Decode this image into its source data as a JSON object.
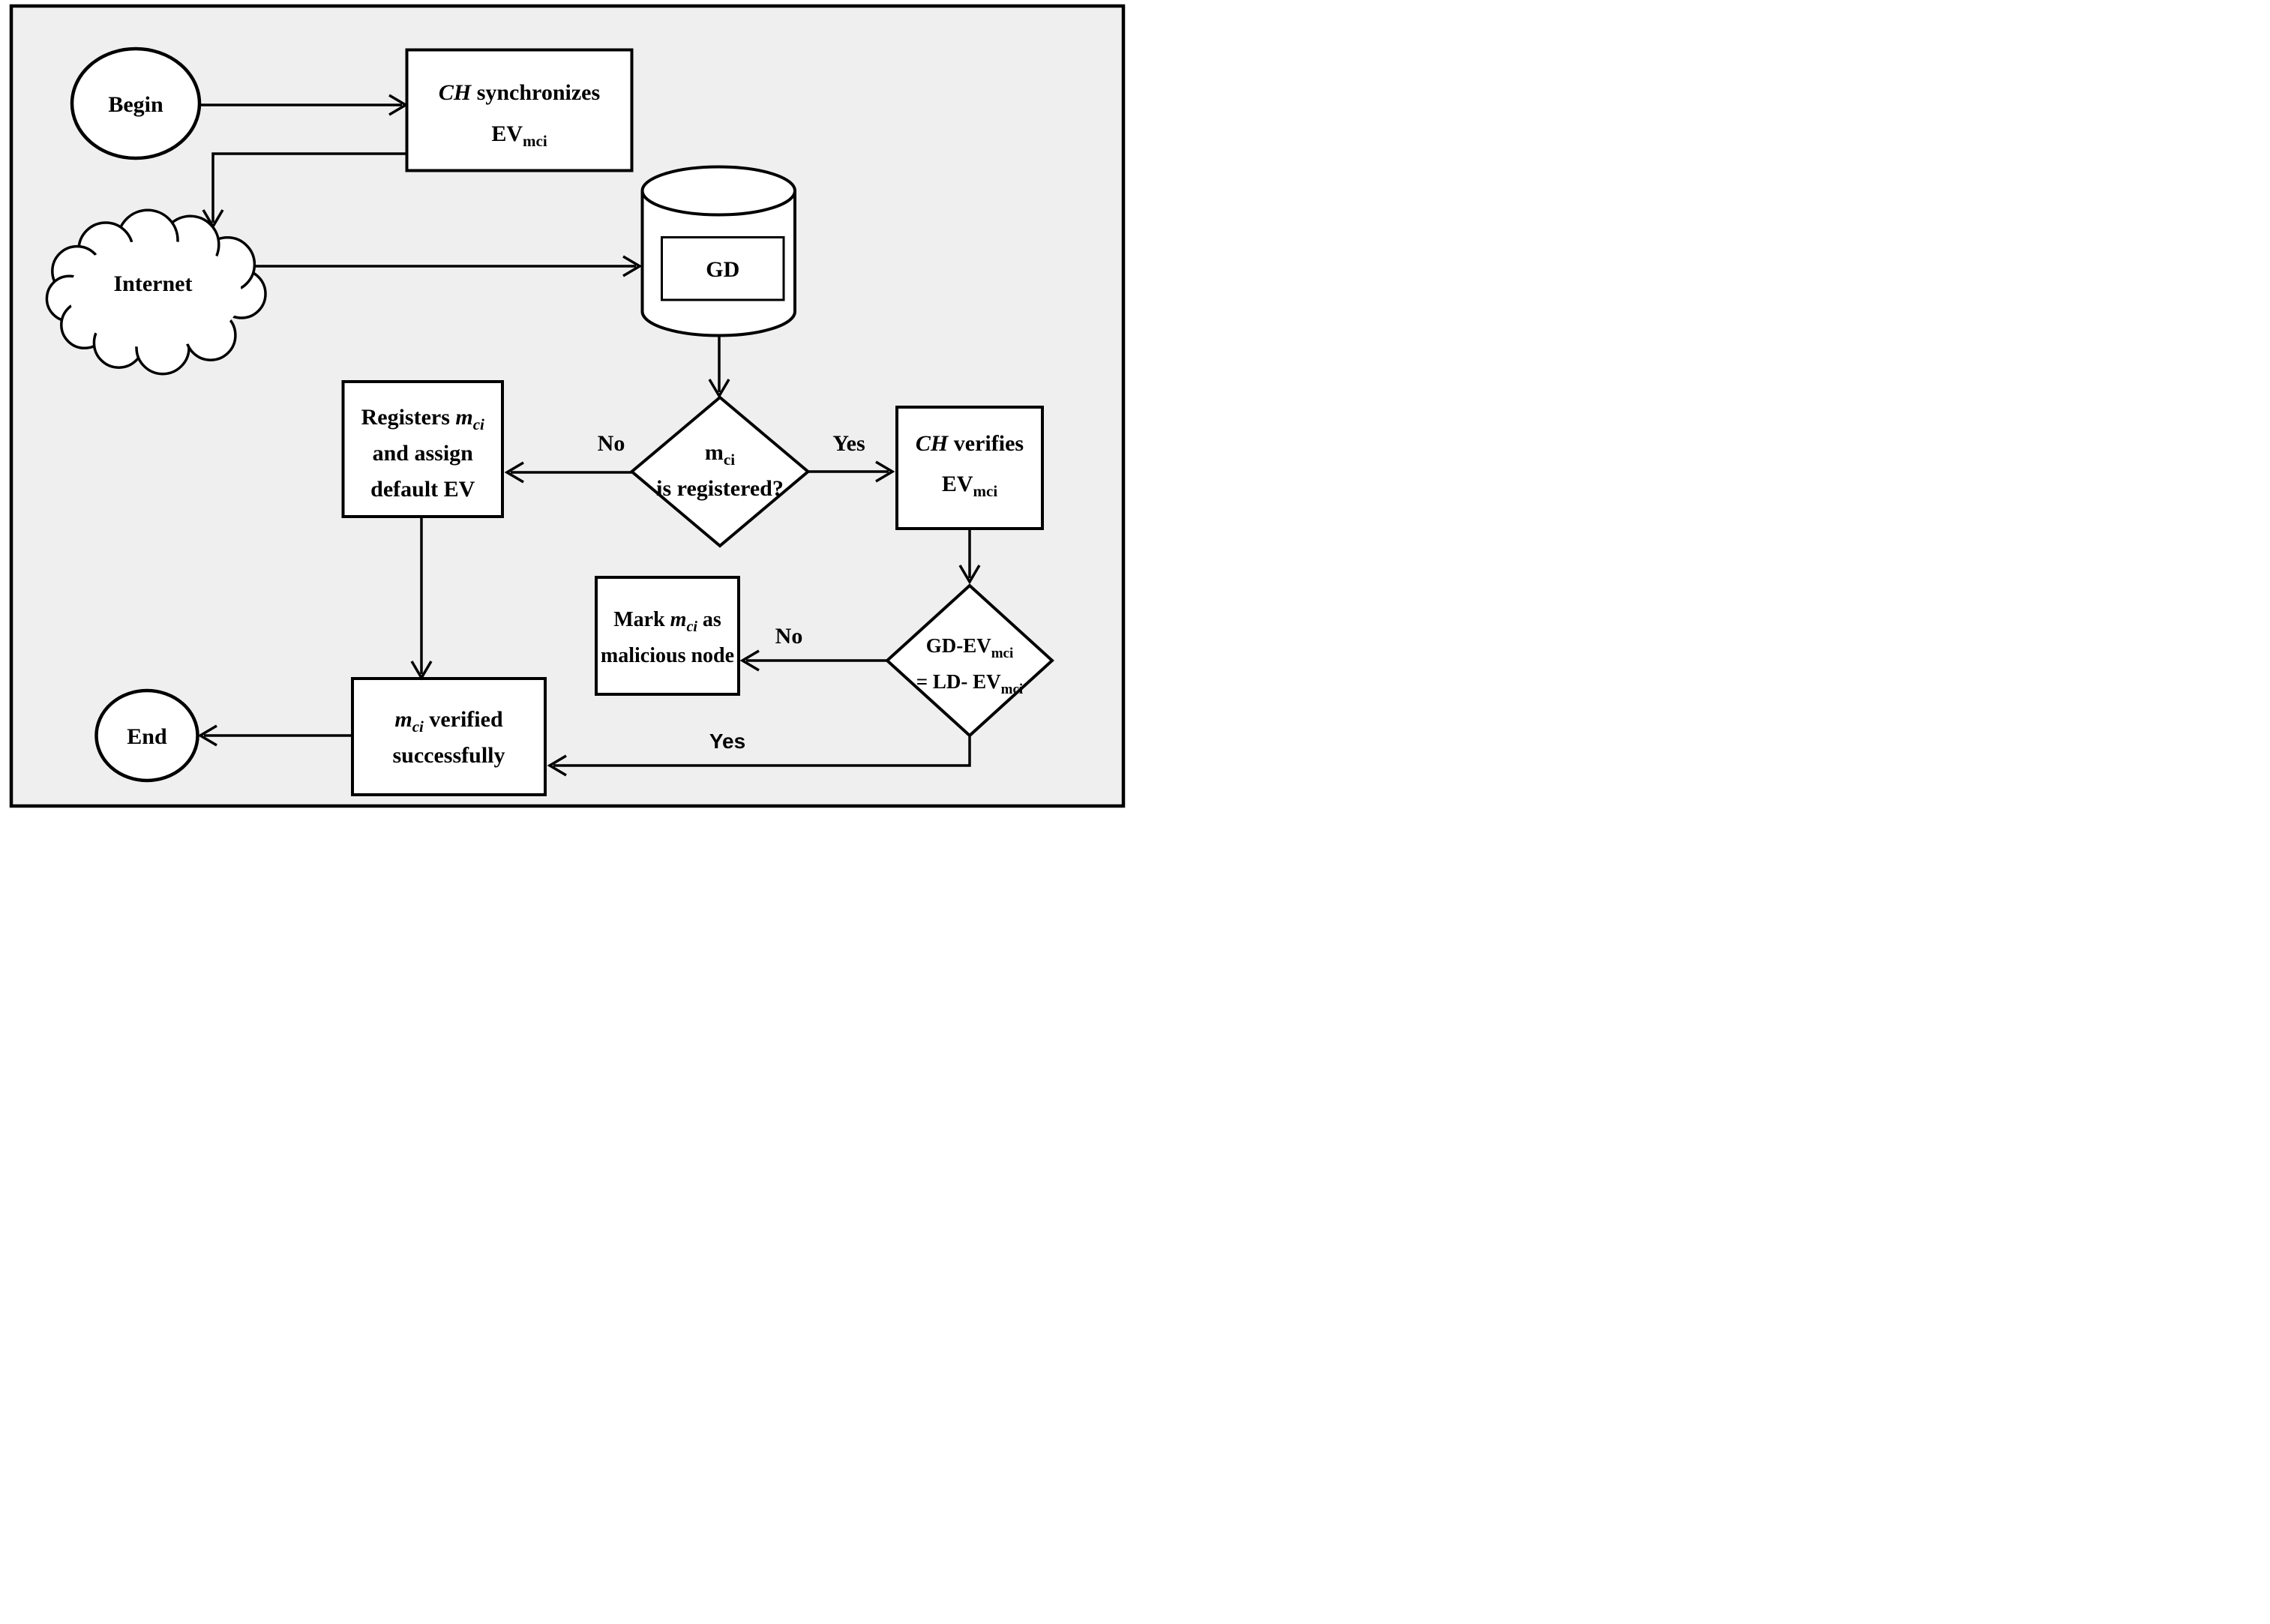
{
  "colors": {
    "background": "#f0efef",
    "ink": "#000000",
    "node_fill": "#ffffff"
  },
  "nodes": {
    "begin": {
      "label": "Begin"
    },
    "ch_sync": {
      "line1a": "CH",
      "line1b": " synchronizes",
      "line2a": "EV",
      "line2sub": "mci"
    },
    "internet": {
      "label": "Internet"
    },
    "gd": {
      "label": "GD"
    },
    "registered_decision": {
      "line1a": "m",
      "line1sub": "ci",
      "line2": "is registered?"
    },
    "registers": {
      "line1a": "Registers ",
      "line1b": "m",
      "line1sub": "ci",
      "line2": "and assign",
      "line3": "default EV"
    },
    "ch_verifies": {
      "line1a": "CH",
      "line1b": " verifies",
      "line2a": "EV",
      "line2sub": "mci"
    },
    "ev_match_decision": {
      "line1a": "GD-EV",
      "line1sub": "mci",
      "line2a": "= LD- EV",
      "line2sub": "mci"
    },
    "mark_malicious": {
      "line1a": "Mark ",
      "line1b": "m",
      "line1sub": "ci",
      "line1c": " as",
      "line2": "malicious node"
    },
    "verified": {
      "line1a": "m",
      "line1sub": "ci",
      "line1b": " verified",
      "line2": "successfully"
    },
    "end": {
      "label": "End"
    }
  },
  "edge_labels": {
    "registered_no": "No",
    "registered_yes": "Yes",
    "match_no": "No",
    "match_yes": "Yes"
  }
}
